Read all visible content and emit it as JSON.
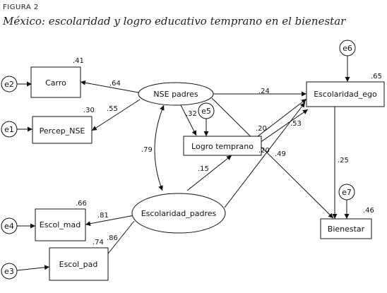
{
  "figure": {
    "label": "FIGURA 2",
    "title": "México: escolaridad y logro educativo temprano en el bienestar"
  },
  "nodes": {
    "carro": "Carro",
    "percep": "Percep_NSE",
    "nse": "NSE padres",
    "logro": "Logro temprano",
    "escpadres": "Escolaridad_padres",
    "escmad": "Escol_mad",
    "escpad": "Escol_pad",
    "escego": "Escolaridad_ego",
    "bienestar": "Bienestar"
  },
  "errors": {
    "e1": "e1",
    "e2": "e2",
    "e3": "e3",
    "e4": "e4",
    "e5": "e5",
    "e6": "e6",
    "e7": "e7"
  },
  "r2": {
    "carro": ".41",
    "percep": ".30",
    "logro": ".20",
    "escmad": ".66",
    "escpad": ".74",
    "escego": ".65",
    "bienestar": ".46"
  },
  "coefficients": {
    "nse_carro": ".64",
    "nse_percep": ".55",
    "nse_logro": ".32",
    "nse_escego": ".24",
    "nse_bienestar": ".20",
    "nse_escpadres": ".79",
    "escpadres_logro": ".15",
    "logro_escego": ".53",
    "logro_bienestar": ".49",
    "escpadres_escmad": ".81",
    "escpadres_escpad": ".86",
    "escego_bienestar": ".25"
  }
}
